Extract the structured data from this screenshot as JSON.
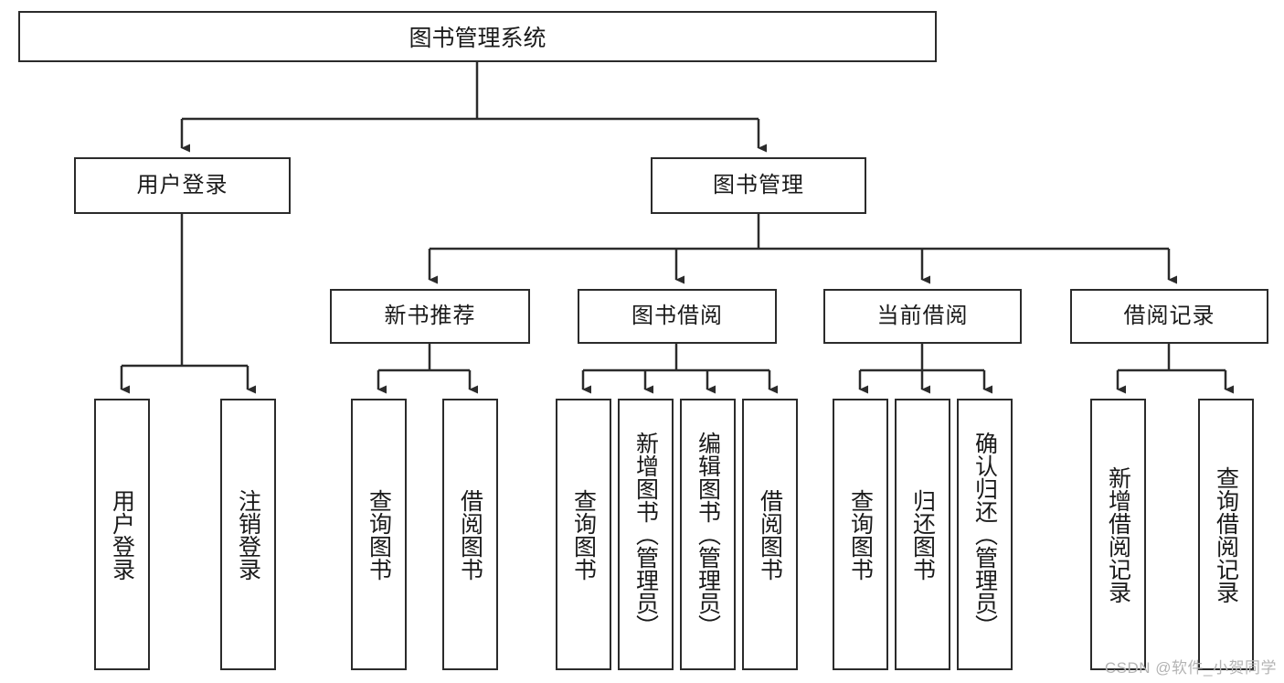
{
  "diagram": {
    "title": "图书管理系统",
    "root": {
      "label": "图书管理系统"
    },
    "level2": [
      {
        "label": "用户登录"
      },
      {
        "label": "图书管理"
      }
    ],
    "level3": [
      {
        "label": "新书推荐"
      },
      {
        "label": "图书借阅"
      },
      {
        "label": "当前借阅"
      },
      {
        "label": "借阅记录"
      }
    ],
    "leaves": {
      "user_login": [
        {
          "label": "用户登录"
        },
        {
          "label": "注销登录"
        }
      ],
      "new_book_recommend": [
        {
          "label": "查询图书"
        },
        {
          "label": "借阅图书"
        }
      ],
      "book_borrow": [
        {
          "label": "查询图书"
        },
        {
          "label": "新增图书（管理员）"
        },
        {
          "label": "编辑图书（管理员）"
        },
        {
          "label": "借阅图书"
        }
      ],
      "current_borrow": [
        {
          "label": "查询图书"
        },
        {
          "label": "归还图书"
        },
        {
          "label": "确认归还（管理员）"
        }
      ],
      "borrow_record": [
        {
          "label": "新增借阅记录"
        },
        {
          "label": "查询借阅记录"
        }
      ]
    }
  },
  "watermark": {
    "text": "CSDN @软件_小贺同学"
  },
  "colors": {
    "stroke": "#2b2b2b",
    "fill": "#ffffff",
    "text": "#1a1a1a",
    "watermark": "#b4b4b4"
  }
}
